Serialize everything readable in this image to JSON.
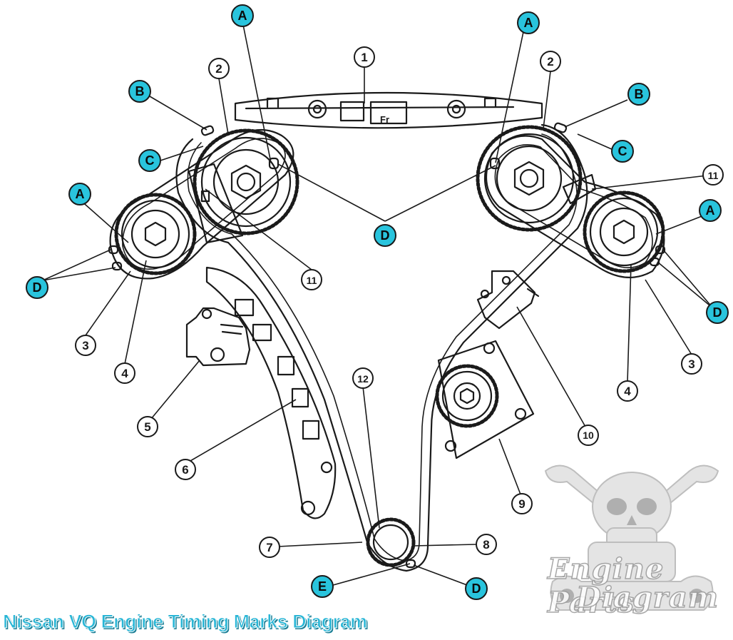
{
  "diagram": {
    "caption": "Nissan VQ Engine Timing Marks Diagram",
    "front_mark": "Fr",
    "numbers": {
      "n1": "1",
      "n2": "2",
      "n3": "3",
      "n4": "4",
      "n5": "5",
      "n6": "6",
      "n7": "7",
      "n8": "8",
      "n9": "9",
      "n10": "10",
      "n11": "11",
      "n12": "12"
    },
    "letters": {
      "a": "A",
      "b": "B",
      "c": "C",
      "d": "D",
      "e": "E"
    },
    "colors": {
      "marker_fill": "#29c4dd",
      "ink": "#1a1a1a",
      "caption": "#29b6d6"
    }
  },
  "watermark": {
    "line1": "Engine Parts",
    "line2": "Diagram",
    "icon": "skull-wrench-logo"
  }
}
